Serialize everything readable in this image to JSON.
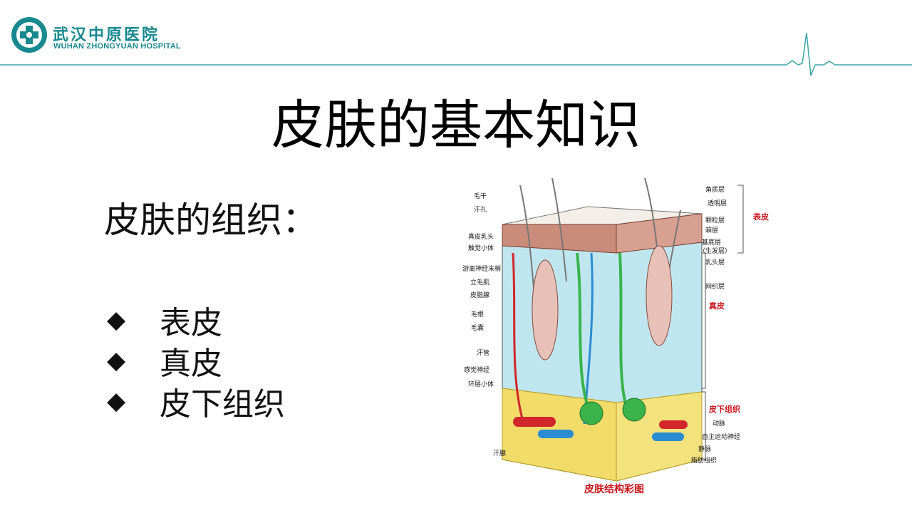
{
  "header": {
    "logo_cn": "武汉中原医院",
    "logo_en": "WUHAN ZHONGYUAN HOSPITAL",
    "brand_color": "#17898f"
  },
  "slide": {
    "title": "皮肤的基本知识",
    "subtitle": "皮肤的组织：",
    "bullet_symbol": "◆",
    "bullets": [
      "表皮",
      "真皮",
      "皮下组织"
    ]
  },
  "figure": {
    "caption": "皮肤结构彩图",
    "left_labels": [
      "毛干",
      "汗孔",
      "真皮乳头",
      "触觉小体",
      "游离神经末梢",
      "立毛肌",
      "皮脂腺",
      "毛根",
      "毛囊",
      "汗管",
      "感觉神经",
      "环层小体",
      "汗腺"
    ],
    "right_labels": [
      "角质层",
      "透明层",
      "颗粒层",
      "棘层",
      "基底层",
      "（生发层）",
      "乳头层",
      "网织层",
      "动脉",
      "自主运动神经",
      "静脉",
      "脂肪组织"
    ],
    "section_labels": [
      "表皮",
      "真皮",
      "皮下组织"
    ]
  }
}
